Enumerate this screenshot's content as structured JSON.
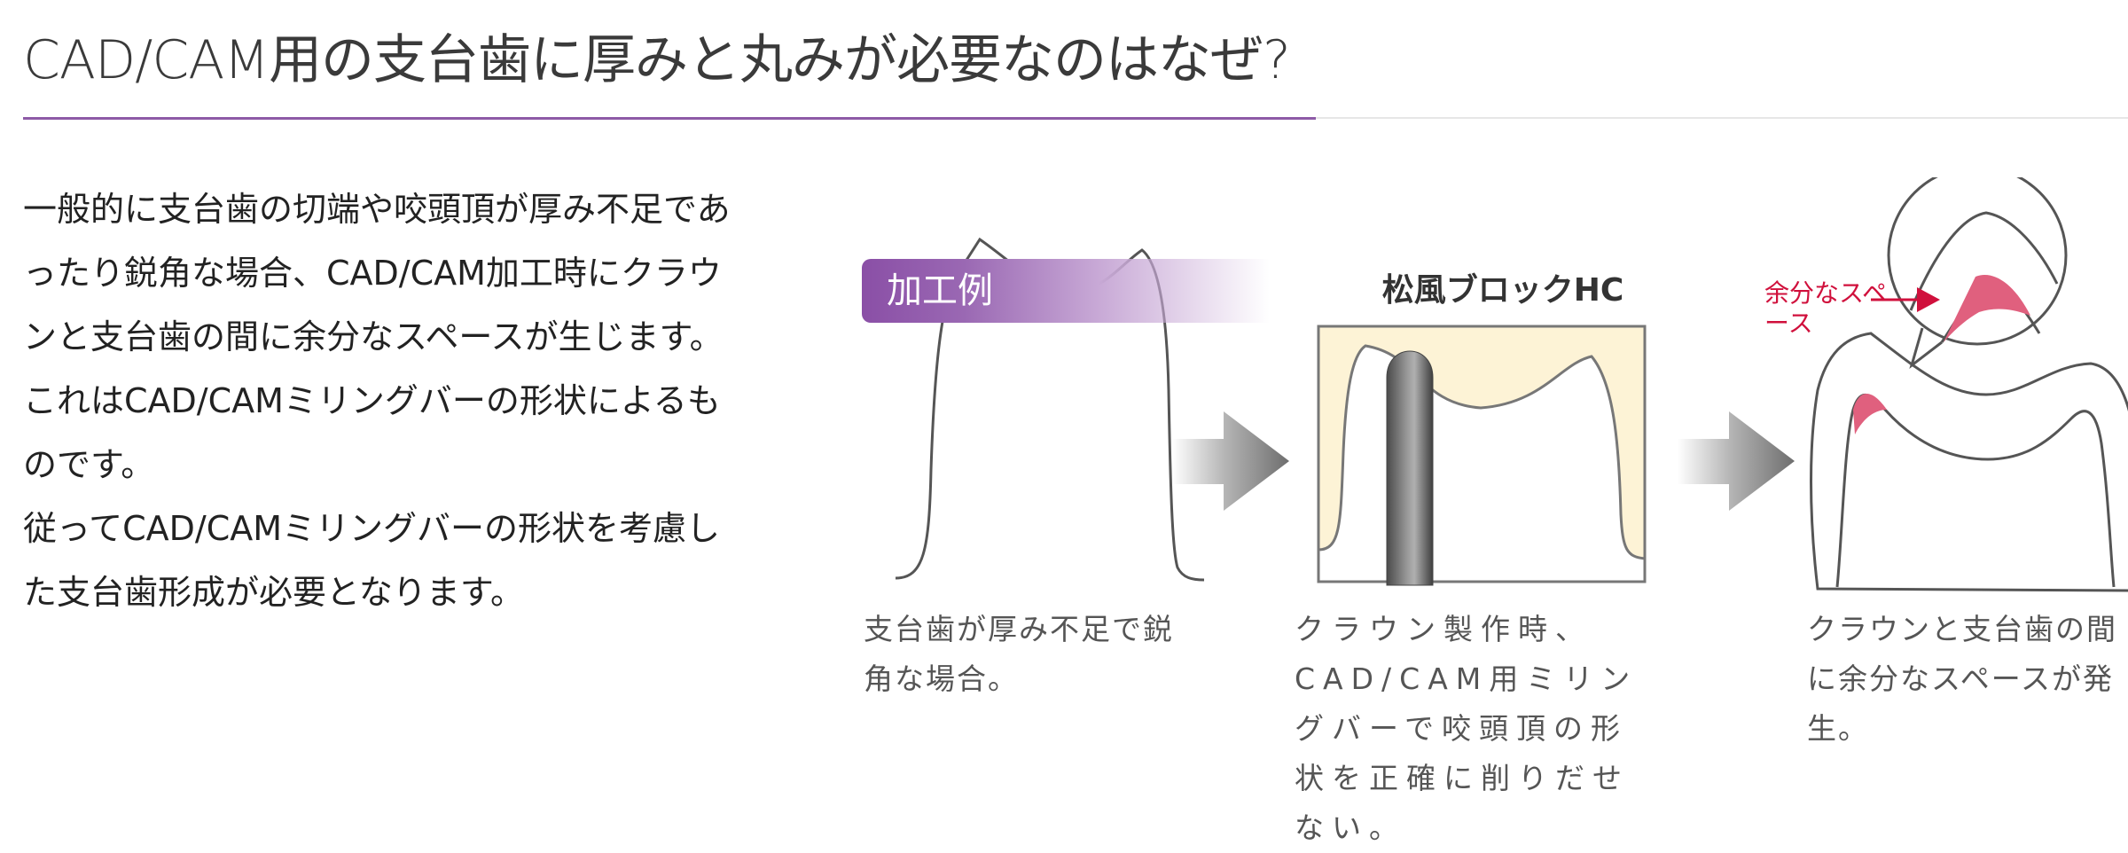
{
  "header": {
    "title": "CAD/CAM用の支台歯に厚みと丸みが必要なのはなぜ?"
  },
  "intro": {
    "paragraph1": "一般的に支台歯の切端や咬頭頂が厚み不足であったり鋭角な場合、CAD/CAM加工時にクラウンと支台歯の間に余分なスペースが生じます。これはCAD/CAMミリングバーの形状によるものです。",
    "paragraph2": "従ってCAD/CAMミリングバーの形状を考慮した支台歯形成が必要となります。"
  },
  "figure": {
    "example_label": "加工例",
    "product_label": "松風ブロックHC",
    "space_label": "余分なスペース",
    "captions": [
      "支台歯が厚み不足で鋭角な場合。",
      "クラウン製作時、CAD/CAM用ミリングバーで咬頭頂の形状を正確に削りだせない。",
      "クラウンと支台歯の間に余分なスペースが発生。"
    ]
  },
  "colors": {
    "accent_purple": "#8e5ba7",
    "block_cream": "#fdf3d6",
    "space_red": "#d0103c",
    "space_pink": "#e0607e",
    "arrow_gray": "#7a7a7a"
  },
  "icons": [
    "arrow-right-icon",
    "milling-bur-icon"
  ]
}
